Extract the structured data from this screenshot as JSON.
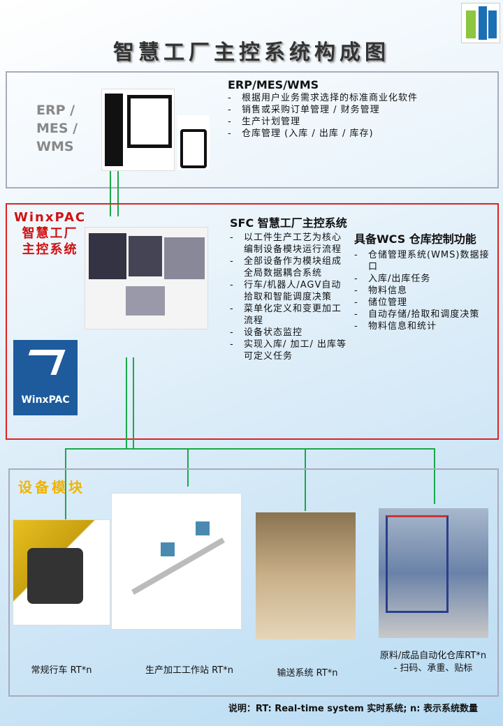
{
  "title": "智慧工厂主控系统构成图",
  "erp": {
    "side_label": [
      "ERP /",
      "MES /",
      "WMS"
    ],
    "heading": "ERP/MES/WMS",
    "items": [
      "根据用户业务需求选择的标准商业化软件",
      "销售或采购订单管理 / 财务管理",
      "生产计划管理",
      "仓库管理 (入库 / 出库 / 库存)"
    ]
  },
  "sfc": {
    "side_label": [
      "WinxPAC",
      "智慧工厂",
      "主控系统"
    ],
    "logo_text": "WinxPAC",
    "heading": "SFC 智慧工厂主控系统",
    "items": [
      "以工件生产工艺为核心编制设备模块运行流程",
      "全部设备作为模块组成全局数据耦合系统",
      "行车/机器人/AGV自动拾取和智能调度决策",
      "菜单化定义和变更加工流程",
      "设备状态监控",
      "实现入库/ 加工/ 出库等可定义任务"
    ]
  },
  "wcs": {
    "heading": "具备WCS 仓库控制功能",
    "items": [
      "仓储管理系统(WMS)数据接口",
      "入库/出库任务",
      "物料信息",
      "储位管理",
      "自动存储/拾取和调度决策",
      "物料信息和统计"
    ]
  },
  "devices": {
    "heading": "设备模块",
    "captions": [
      "常规行车 RT*n",
      "生产加工工作站 RT*n",
      "输送系统 RT*n",
      "原料/成品自动化仓库RT*n",
      "- 扫码、承重、贴标"
    ]
  },
  "note": "说明：RT: Real-time system 实时系统; n: 表示系统数量"
}
